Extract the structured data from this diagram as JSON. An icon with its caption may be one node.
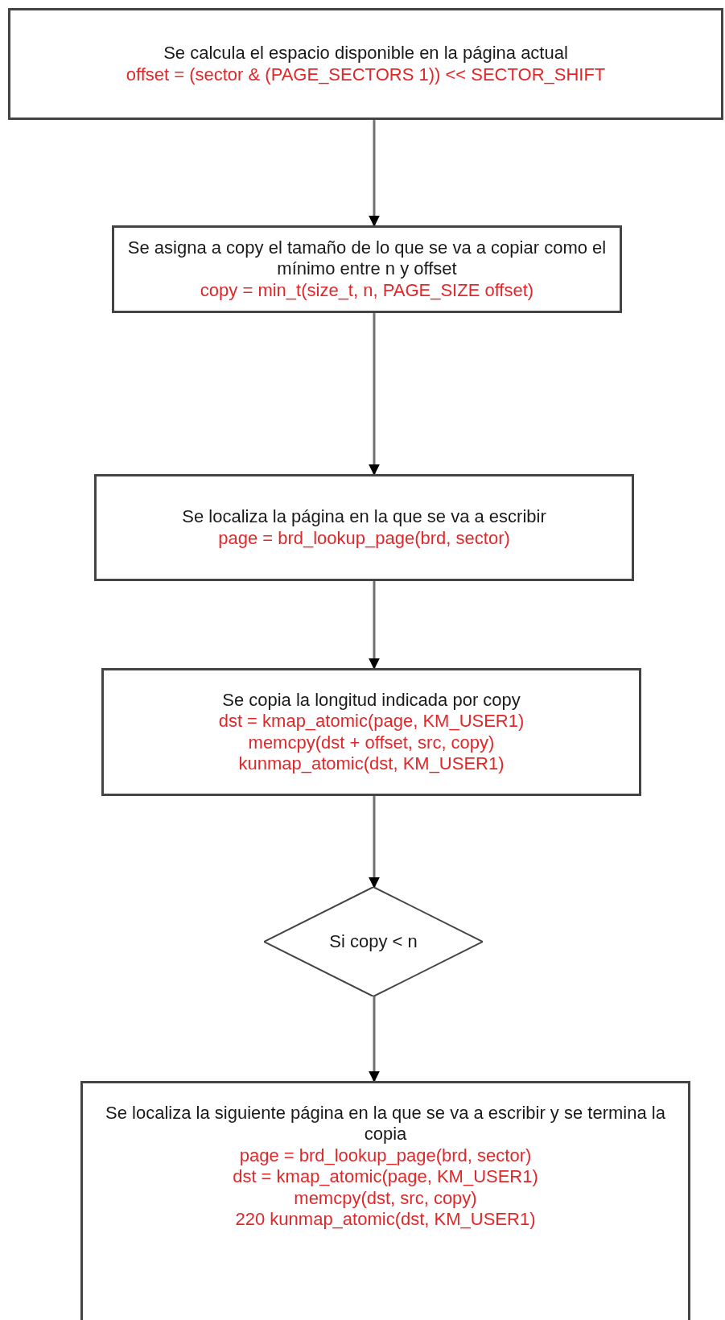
{
  "diagram": {
    "nodes": [
      {
        "text": [
          "Se calcula el espacio disponible en la página actual",
          "offset = (sector & (PAGE_SECTORS 1)) << SECTOR_SHIFT"
        ]
      },
      {
        "text": [
          "Se asigna a copy el tamaño de lo que se va a copiar como el mínimo entre n y offset",
          "copy = min_t(size_t, n, PAGE_SIZE offset)"
        ]
      },
      {
        "text": [
          "Se localiza la página en la que se va a escribir",
          "page = brd_lookup_page(brd, sector)"
        ]
      },
      {
        "text": [
          "Se copia la longitud indicada por copy",
          "dst = kmap_atomic(page, KM_USER1)",
          "memcpy(dst + offset, src, copy)",
          "kunmap_atomic(dst, KM_USER1)"
        ]
      },
      {
        "text": [
          "Si copy < n"
        ]
      },
      {
        "text": [
          "Se localiza la siguiente página en la que se va a escribir y se termina la copia",
          "page = brd_lookup_page(brd, sector)",
          "dst = kmap_atomic(page, KM_USER1)",
          "memcpy(dst, src, copy)",
          "220 kunmap_atomic(dst, KM_USER1)"
        ]
      }
    ],
    "edges": [
      {
        "from": 0,
        "to": 1,
        "arrow": "to"
      },
      {
        "from": 1,
        "to": 2,
        "arrow": "to"
      },
      {
        "from": 2,
        "to": 3,
        "arrow": "to"
      },
      {
        "from": 3,
        "to": 4,
        "arrow": "to"
      },
      {
        "from": 4,
        "to": 5,
        "arrow": "to"
      }
    ]
  }
}
